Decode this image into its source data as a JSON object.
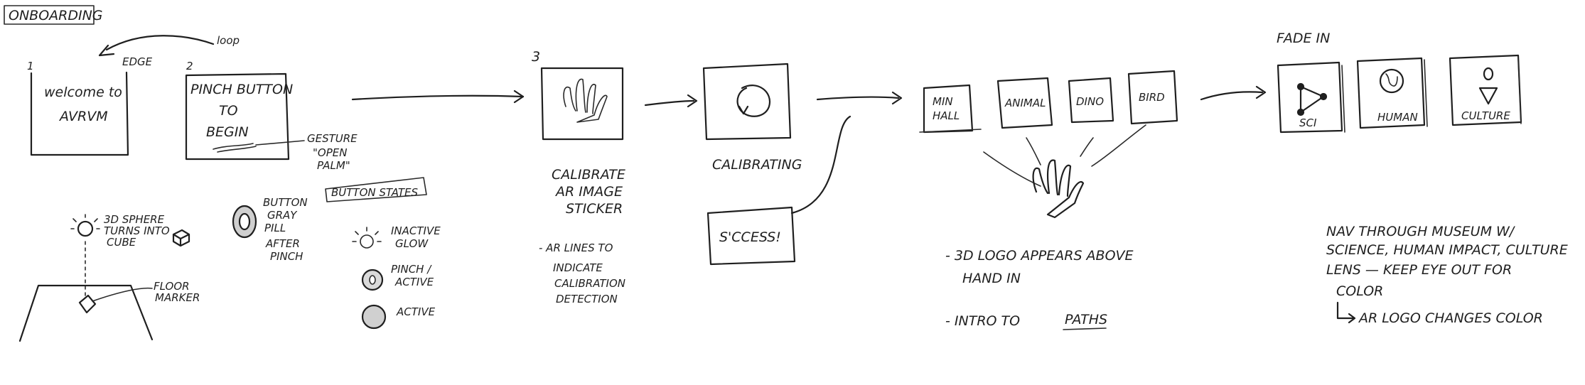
{
  "title": "ONBOARDING",
  "loop_label": "loop",
  "edge_label": "EDGE",
  "step_numbers": {
    "s1": "1",
    "s2": "2",
    "s3": "3"
  },
  "screens": {
    "welcome": [
      "welcome to",
      "AVRVM"
    ],
    "pinch": [
      "PINCH BUTTON",
      "TO",
      "BEGIN"
    ],
    "calibrating": "CALIBRATING",
    "success": "S'CCESS!"
  },
  "gesture_note": [
    "GESTURE",
    "\"OPEN",
    "PALM\""
  ],
  "sphere_note": [
    "3D SPHERE",
    "TURNS INTO",
    "CUBE"
  ],
  "floor_note": [
    "FLOOR",
    "MARKER"
  ],
  "button_gray_note": [
    "BUTTON",
    "GRAY",
    "PILL",
    "AFTER",
    "PINCH"
  ],
  "button_states": {
    "title": "BUTTON STATES",
    "inactive": [
      "INACTIVE",
      "GLOW"
    ],
    "pinch": [
      "PINCH /",
      "ACTIVE"
    ],
    "active": "ACTIVE"
  },
  "calibrate_text": [
    "CALIBRATE",
    "AR IMAGE",
    "STICKER"
  ],
  "ar_lines_text": [
    "- AR LINES TO",
    "INDICATE",
    "CALIBRATION",
    "DETECTION"
  ],
  "paths": [
    "MIN",
    "HALL",
    "ANIMAL",
    "DINO",
    "BIRD"
  ],
  "logo_text": [
    "- 3D LOGO APPEARS ABOVE",
    "HAND IN"
  ],
  "intro_text": {
    "prefix": "- INTRO TO",
    "underlined": "PATHS"
  },
  "fade_in": "FADE IN",
  "categories": [
    "SCI",
    "HUMAN",
    "CULTURE"
  ],
  "notes": [
    "NAV THROUGH MUSEUM W/",
    "SCIENCE, HUMAN IMPACT, CULTURE",
    "LENS — KEEP EYE OUT FOR",
    "COLOR",
    "AR LOGO CHANGES COLOR"
  ]
}
